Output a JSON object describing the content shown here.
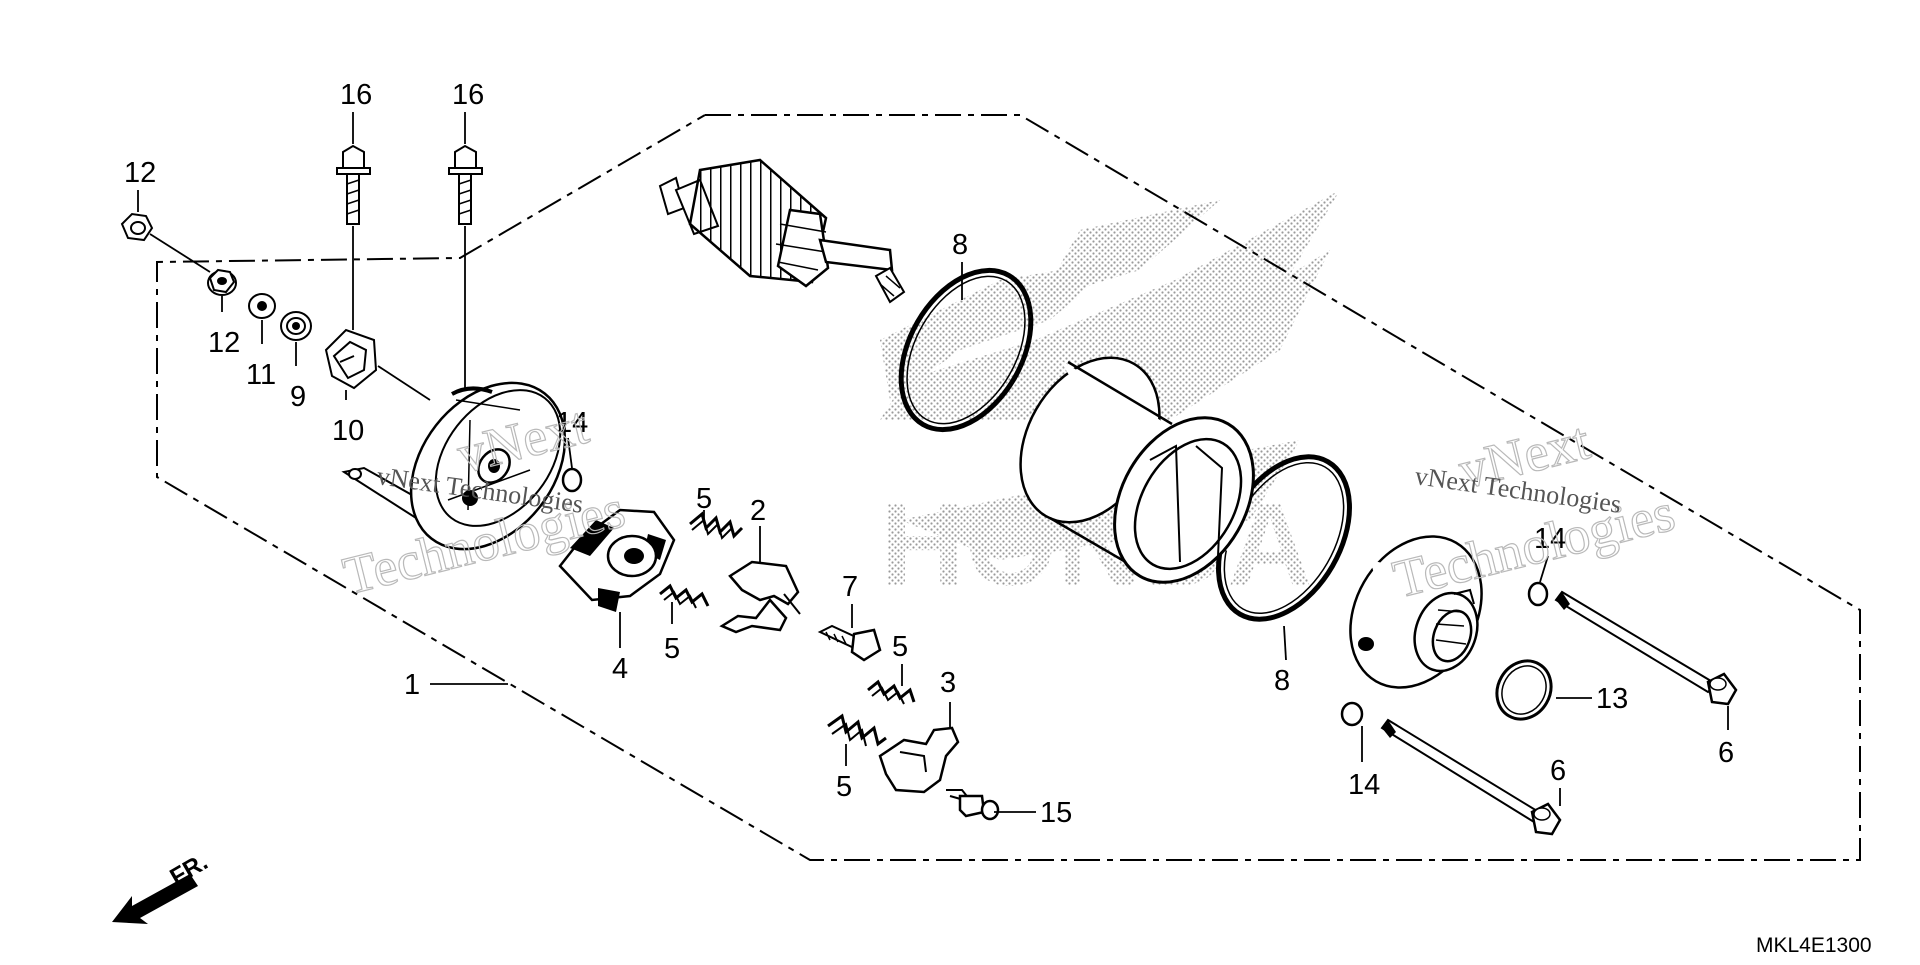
{
  "diagram": {
    "code": "MKL4E1300",
    "front_arrow_label": "FR.",
    "watermark": {
      "line1": "vNext",
      "line2": "Technologies",
      "full": "vNext Technologies"
    },
    "background_logo": "HONDA",
    "callouts": {
      "c16a": "16",
      "c16b": "16",
      "c12a": "12",
      "c12b": "12",
      "c11": "11",
      "c9": "9",
      "c10": "10",
      "c14a": "14",
      "c5a": "5",
      "c2": "2",
      "c4": "4",
      "c5b": "5",
      "c7": "7",
      "c5c": "5",
      "c3": "3",
      "c5d": "5",
      "c15": "15",
      "c1": "1",
      "c8a": "8",
      "c8b": "8",
      "c14b": "14",
      "c13": "13",
      "c6a": "6",
      "c6b": "6",
      "c14c": "14"
    }
  }
}
